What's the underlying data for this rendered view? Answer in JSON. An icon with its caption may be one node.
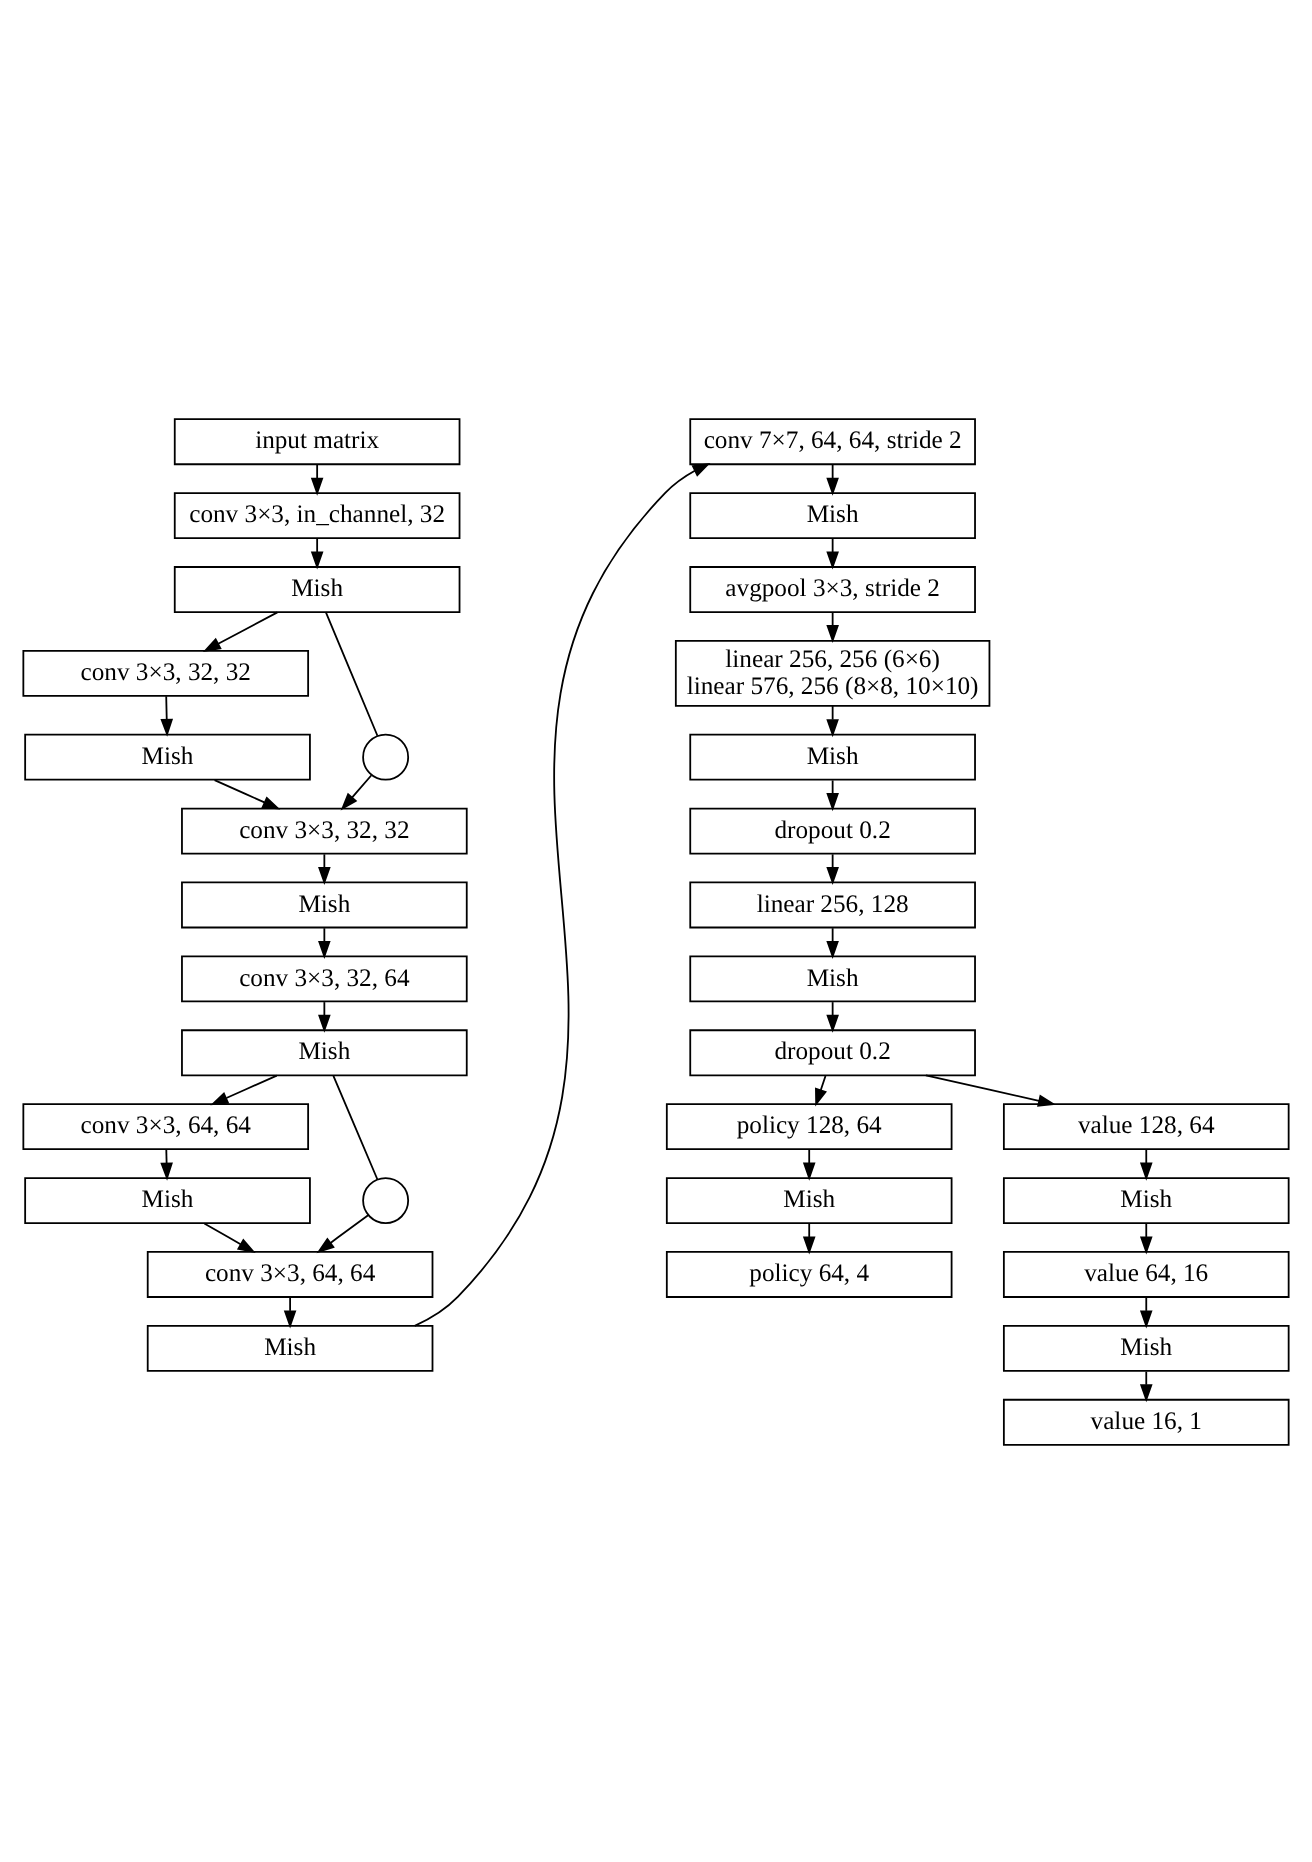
{
  "diagram": {
    "nodes": [
      {
        "text": [
          "input matrix"
        ]
      },
      {
        "text": [
          "conv 3×3, in_channel, 32"
        ]
      },
      {
        "text": [
          "Mish"
        ]
      },
      {
        "text": [
          "conv 3×3, 32, 32"
        ]
      },
      {
        "text": [
          "Mish"
        ]
      },
      {
        "text": [
          "conv 3×3, 32, 32"
        ]
      },
      {
        "text": [
          "Mish"
        ]
      },
      {
        "text": [
          "conv 3×3, 32, 64"
        ]
      },
      {
        "text": [
          "Mish"
        ]
      },
      {
        "text": [
          "conv 3×3, 64, 64"
        ]
      },
      {
        "text": [
          "Mish"
        ]
      },
      {
        "text": [
          "conv 3×3, 64, 64"
        ]
      },
      {
        "text": [
          "Mish"
        ]
      },
      {
        "text": [
          "conv 7×7, 64, 64, stride 2"
        ]
      },
      {
        "text": [
          "Mish"
        ]
      },
      {
        "text": [
          "avgpool 3×3, stride 2"
        ]
      },
      {
        "text": [
          "linear 256, 256 (6×6)",
          "linear 576, 256 (8×8, 10×10)"
        ]
      },
      {
        "text": [
          "Mish"
        ]
      },
      {
        "text": [
          "dropout 0.2"
        ]
      },
      {
        "text": [
          "linear 256, 128"
        ]
      },
      {
        "text": [
          "Mish"
        ]
      },
      {
        "text": [
          "dropout 0.2"
        ]
      },
      {
        "text": [
          "policy 128, 64"
        ]
      },
      {
        "text": [
          "Mish"
        ]
      },
      {
        "text": [
          "policy 64, 4"
        ]
      },
      {
        "text": [
          "value 128, 64"
        ]
      },
      {
        "text": [
          "Mish"
        ]
      },
      {
        "text": [
          "value 64, 16"
        ]
      },
      {
        "text": [
          "Mish"
        ]
      },
      {
        "text": [
          "value 16, 1"
        ]
      },
      {
        "text": [],
        "shape": "circle"
      },
      {
        "text": [],
        "shape": "circle"
      }
    ],
    "edges": [
      {
        "from": 0,
        "to": 1,
        "arrow": "to"
      },
      {
        "from": 1,
        "to": 2,
        "arrow": "to"
      },
      {
        "from": 2,
        "to": 3,
        "arrow": "to"
      },
      {
        "from": 3,
        "to": 4,
        "arrow": "to"
      },
      {
        "from": 4,
        "to": 5,
        "arrow": "to"
      },
      {
        "from": 2,
        "to": 30,
        "arrow": "none"
      },
      {
        "from": 30,
        "to": 5,
        "arrow": "to"
      },
      {
        "from": 5,
        "to": 6,
        "arrow": "to"
      },
      {
        "from": 6,
        "to": 7,
        "arrow": "to"
      },
      {
        "from": 7,
        "to": 8,
        "arrow": "to"
      },
      {
        "from": 8,
        "to": 9,
        "arrow": "to"
      },
      {
        "from": 9,
        "to": 10,
        "arrow": "to"
      },
      {
        "from": 10,
        "to": 11,
        "arrow": "to"
      },
      {
        "from": 8,
        "to": 31,
        "arrow": "none"
      },
      {
        "from": 31,
        "to": 11,
        "arrow": "to"
      },
      {
        "from": 11,
        "to": 12,
        "arrow": "to"
      },
      {
        "from": 12,
        "to": 13,
        "arrow": "to"
      },
      {
        "from": 13,
        "to": 14,
        "arrow": "to"
      },
      {
        "from": 14,
        "to": 15,
        "arrow": "to"
      },
      {
        "from": 15,
        "to": 16,
        "arrow": "to"
      },
      {
        "from": 16,
        "to": 17,
        "arrow": "to"
      },
      {
        "from": 17,
        "to": 18,
        "arrow": "to"
      },
      {
        "from": 18,
        "to": 19,
        "arrow": "to"
      },
      {
        "from": 19,
        "to": 20,
        "arrow": "to"
      },
      {
        "from": 20,
        "to": 21,
        "arrow": "to"
      },
      {
        "from": 21,
        "to": 22,
        "arrow": "to"
      },
      {
        "from": 21,
        "to": 25,
        "arrow": "to"
      },
      {
        "from": 22,
        "to": 23,
        "arrow": "to"
      },
      {
        "from": 23,
        "to": 24,
        "arrow": "to"
      },
      {
        "from": 25,
        "to": 26,
        "arrow": "to"
      },
      {
        "from": 26,
        "to": 27,
        "arrow": "to"
      },
      {
        "from": 27,
        "to": 28,
        "arrow": "to"
      },
      {
        "from": 28,
        "to": 29,
        "arrow": "to"
      }
    ]
  }
}
